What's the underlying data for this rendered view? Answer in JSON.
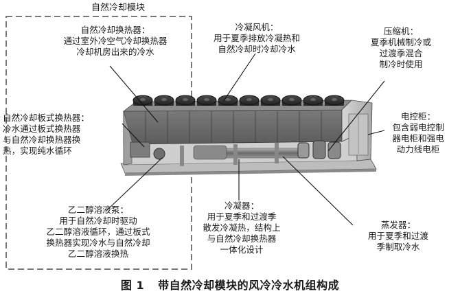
{
  "module_title": "自然冷却模块",
  "labels": {
    "nat_cool_hx": [
      "自然冷却换热器：",
      "通过室外冷空气冷却换热器",
      "冷却机房出来的冷水"
    ],
    "condenser_fan": [
      "冷凝风机：",
      "用于夏季排放冷凝热和",
      "自然冷却时冷却冷水"
    ],
    "compressor": [
      "压缩机：",
      "夏季机械制冷或",
      "过渡季混合",
      "制冷时使用"
    ],
    "plate_hx": [
      "自然冷却板式换热器：",
      "冷水通过板式换热器",
      "与自然冷却换热器换",
      "热，实现纯水循环"
    ],
    "control_cabinet": [
      "电控柜：",
      "包含弱电控制",
      "器电柜和强电",
      "动力线电柜"
    ],
    "glycol_pump": [
      "乙二醇溶液泵：",
      "用于自然冷却时驱动",
      "乙二醇溶液循环，通过板式",
      "换热器实现冷水与自然冷却",
      "乙二醇溶液换热"
    ],
    "condenser": [
      "冷凝器：",
      "用于夏季和过渡季",
      "散发冷凝热，结构上",
      "与自然冷却换热器",
      "一体化设计"
    ],
    "evaporator": [
      "蒸发器：",
      "用于夏季和过渡",
      "季制取冷水"
    ]
  },
  "caption": {
    "figure_no": "图 1",
    "title": "带自然冷却模块的风冷冷水机组构成"
  },
  "colors": {
    "panel": "#6e6e6e",
    "panel_dark": "#555555",
    "fan": "#3a3a3a",
    "frame": "#9a9a9a",
    "dash": "#777777"
  }
}
